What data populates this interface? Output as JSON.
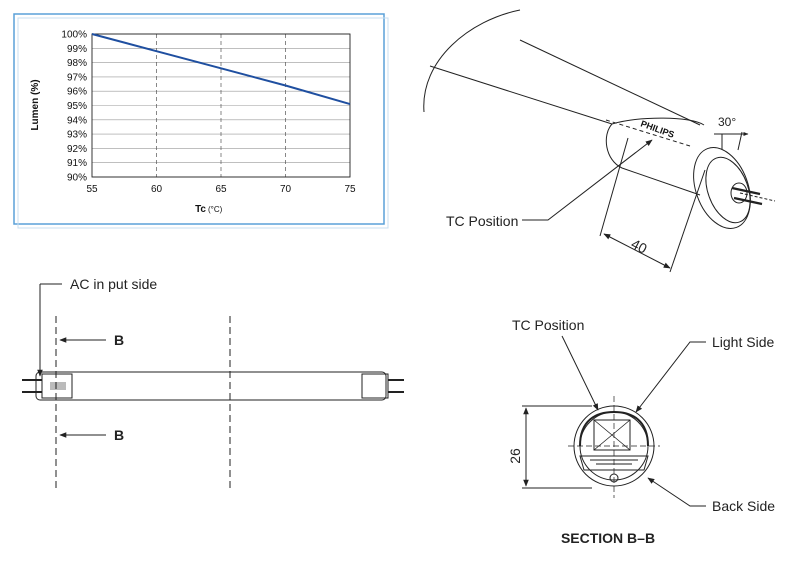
{
  "chart_data": {
    "type": "line",
    "xlabel": "Tc",
    "xlabel_unit": "(°C)",
    "ylabel": "Lumen (%)",
    "x_ticks": [
      "55",
      "60",
      "65",
      "70",
      "75"
    ],
    "y_ticks": [
      "100%",
      "99%",
      "98%",
      "97%",
      "96%",
      "95%",
      "94%",
      "93%",
      "92%",
      "91%",
      "90%"
    ],
    "xlim": [
      55,
      75
    ],
    "ylim": [
      90,
      100
    ],
    "grid": true,
    "x": [
      55,
      60,
      65,
      70,
      75
    ],
    "values": [
      100,
      98.8,
      97.6,
      96.4,
      95.1
    ],
    "line_color": "#1f4fa0",
    "frame_color": "#5aa0d8"
  },
  "labels": {
    "tc_position_top": "TC Position",
    "dimension_40": "40",
    "angle_30": "30°",
    "ac_input_side": "AC in put side",
    "section_marker_top": "B",
    "section_marker_bottom": "B",
    "tc_position_section": "TC Position",
    "light_side": "Light Side",
    "back_side": "Back Side",
    "dimension_26": "26",
    "section_title": "SECTION B–B"
  }
}
